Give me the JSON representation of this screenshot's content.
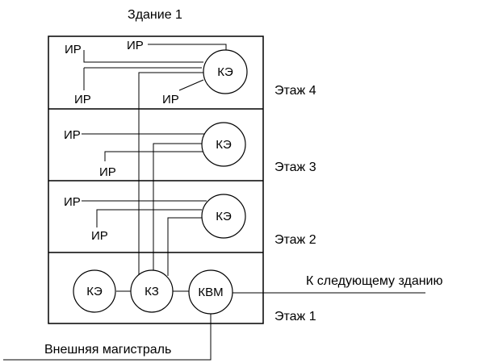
{
  "building_title": "Здание 1",
  "floors": {
    "f4": "Этаж 4",
    "f3": "Этаж 3",
    "f2": "Этаж 2",
    "f1": "Этаж 1"
  },
  "node_labels": {
    "ke": "КЭ",
    "kz": "КЗ",
    "kvm": "КВМ",
    "ir": "ИР"
  },
  "next_building_label": "К следующему зданию",
  "external_backbone_label": "Внешняя магистраль"
}
